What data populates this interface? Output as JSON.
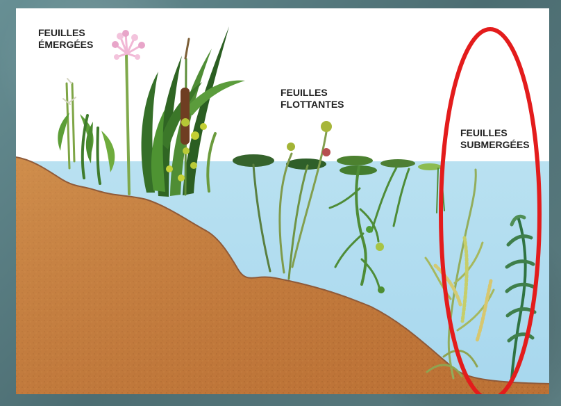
{
  "labels": {
    "emergent": {
      "line1": "FEUILLES",
      "line2": "ÉMERGÉES"
    },
    "floating": {
      "line1": "FEUILLES",
      "line2": "FLOTTANTES"
    },
    "submerged": {
      "line1": "FEUILLES",
      "line2": "SUBMERGÉES"
    }
  },
  "colors": {
    "water": "#a9d8ee",
    "soil": "#c77b3a",
    "highlight_ring": "#e31c1c",
    "plant_green": "#4d8d2e"
  },
  "icons": {
    "emergent_plants": "reed-plant-icon",
    "floating_plants": "lily-pad-icon",
    "submerged_plants": "underwater-plant-icon"
  }
}
